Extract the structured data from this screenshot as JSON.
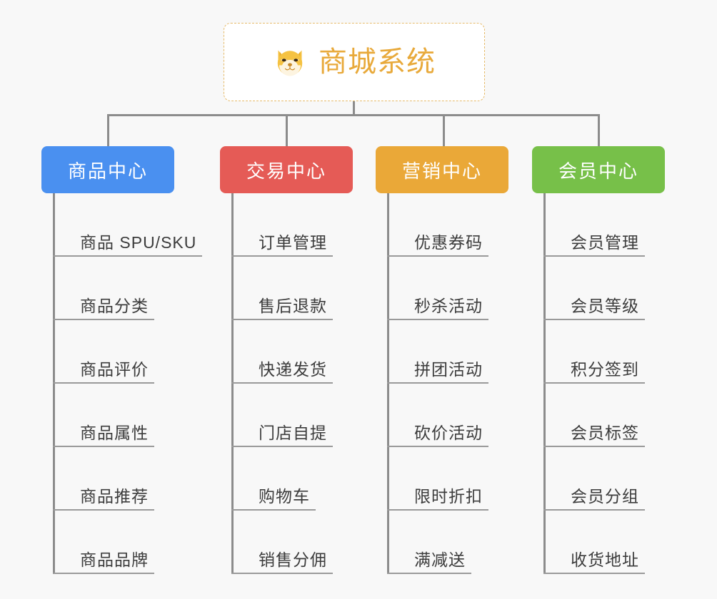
{
  "diagram": {
    "type": "org-tree",
    "background_color": "#f8f8f8",
    "connector_color": "#8c8c8c",
    "root": {
      "title": "商城系统",
      "icon": "shiba-dog-icon",
      "title_color": "#e8a93a",
      "border_color": "#e6bb6a",
      "background_color": "#ffffff"
    },
    "branches": [
      {
        "label": "商品中心",
        "color": "#4a90f0",
        "width": 186,
        "items": [
          "商品 SPU/SKU",
          "商品分类",
          "商品评价",
          "商品属性",
          "商品推荐",
          "商品品牌"
        ]
      },
      {
        "label": "交易中心",
        "color": "#e55b56",
        "width": 186,
        "items": [
          "订单管理",
          "售后退款",
          "快递发货",
          "门店自提",
          "购物车",
          "销售分佣"
        ]
      },
      {
        "label": "营销中心",
        "color": "#eaa838",
        "width": 186,
        "items": [
          "优惠券码",
          "秒杀活动",
          "拼团活动",
          "砍价活动",
          "限时折扣",
          "满减送"
        ]
      },
      {
        "label": "会员中心",
        "color": "#77c council",
        "width": 186,
        "items": [
          "会员管理",
          "会员等级",
          "积分签到",
          "会员标签",
          "会员分组",
          "收货地址"
        ]
      }
    ]
  }
}
